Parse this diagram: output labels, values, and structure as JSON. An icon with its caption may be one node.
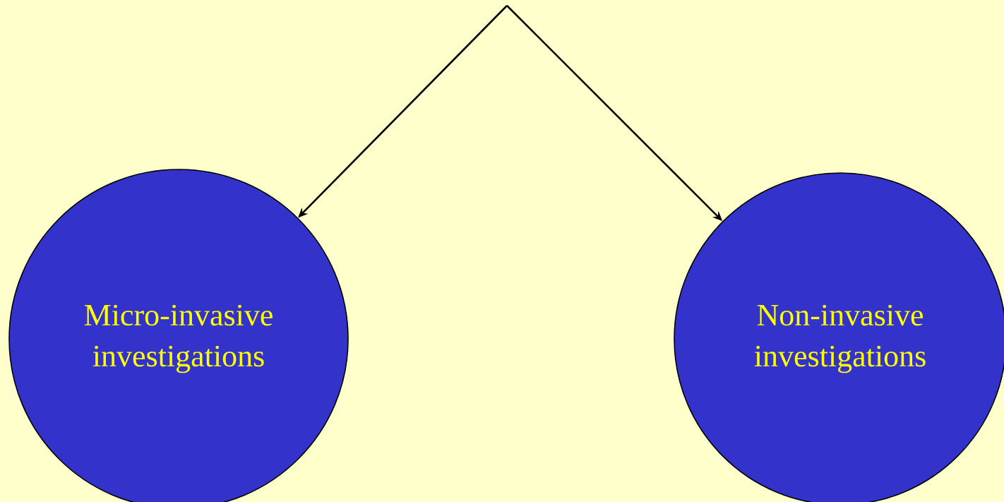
{
  "diagram": {
    "nodes": [
      {
        "text": [
          "Micro-invasive investigations"
        ]
      },
      {
        "text": [
          "Non-invasive investigations"
        ]
      }
    ],
    "edges": [
      {
        "from": null,
        "to": 0,
        "arrow": "to"
      },
      {
        "from": null,
        "to": 1,
        "arrow": "to"
      }
    ]
  }
}
